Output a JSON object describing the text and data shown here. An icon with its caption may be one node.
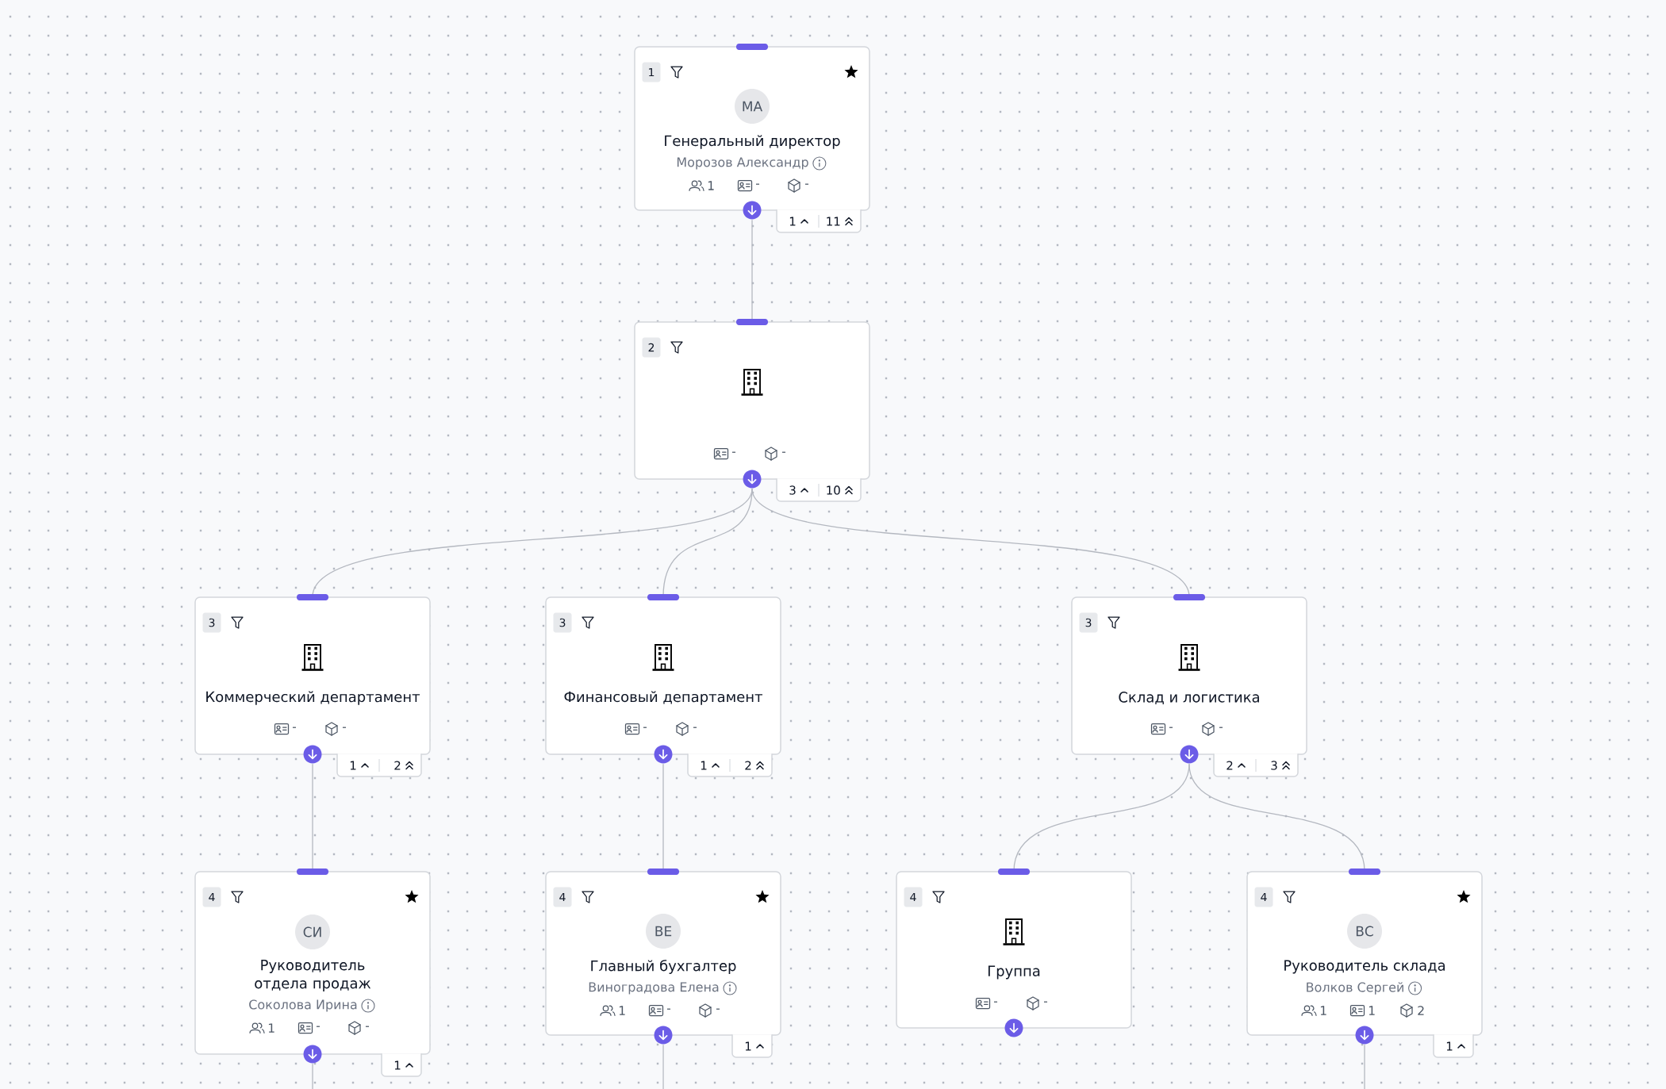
{
  "diagram": {
    "nodes": [
      {
        "text": [
          "1",
          "МА",
          "Генеральный директор",
          "Морозов Александр",
          "1",
          "-",
          "-"
        ],
        "beside": [
          "1",
          "11"
        ]
      },
      {
        "text": [
          "2",
          "-",
          "-"
        ],
        "beside": [
          "3",
          "10"
        ]
      },
      {
        "text": [
          "3",
          "Коммерческий департамент",
          "-",
          "-"
        ],
        "beside": [
          "1",
          "2"
        ]
      },
      {
        "text": [
          "3",
          "Финансовый департамент",
          "-",
          "-"
        ],
        "beside": [
          "1",
          "2"
        ]
      },
      {
        "text": [
          "3",
          "Склад и логистика",
          "-",
          "-"
        ],
        "beside": [
          "2",
          "3"
        ]
      },
      {
        "text": [
          "4",
          "СИ",
          "Руководитель отдела продаж",
          "Соколова Ирина",
          "1",
          "-",
          "-"
        ],
        "beside": [
          "1"
        ]
      },
      {
        "text": [
          "4",
          "ВЕ",
          "Главный бухгалтер",
          "Виноградова Елена",
          "1",
          "-",
          "-"
        ],
        "beside": [
          "1"
        ]
      },
      {
        "text": [
          "4",
          "Группа",
          "-",
          "-"
        ]
      },
      {
        "text": [
          "4",
          "ВС",
          "Руководитель склада",
          "Волков Сергей",
          "1",
          "1",
          "2"
        ],
        "beside": [
          "1"
        ]
      }
    ],
    "edges": [
      {
        "from": 0,
        "to": 1,
        "arrow": "none"
      },
      {
        "from": 1,
        "to": 2,
        "arrow": "none"
      },
      {
        "from": 1,
        "to": 3,
        "arrow": "none"
      },
      {
        "from": 1,
        "to": 4,
        "arrow": "none"
      },
      {
        "from": 2,
        "to": 5,
        "arrow": "none"
      },
      {
        "from": 3,
        "to": 6,
        "arrow": "none"
      },
      {
        "from": 4,
        "to": 7,
        "arrow": "none"
      },
      {
        "from": 4,
        "to": 8,
        "arrow": "none"
      },
      {
        "from": 5,
        "to": null,
        "arrow": "none"
      },
      {
        "from": 6,
        "to": null,
        "arrow": "none"
      },
      {
        "from": 8,
        "to": null,
        "arrow": "none"
      }
    ]
  }
}
